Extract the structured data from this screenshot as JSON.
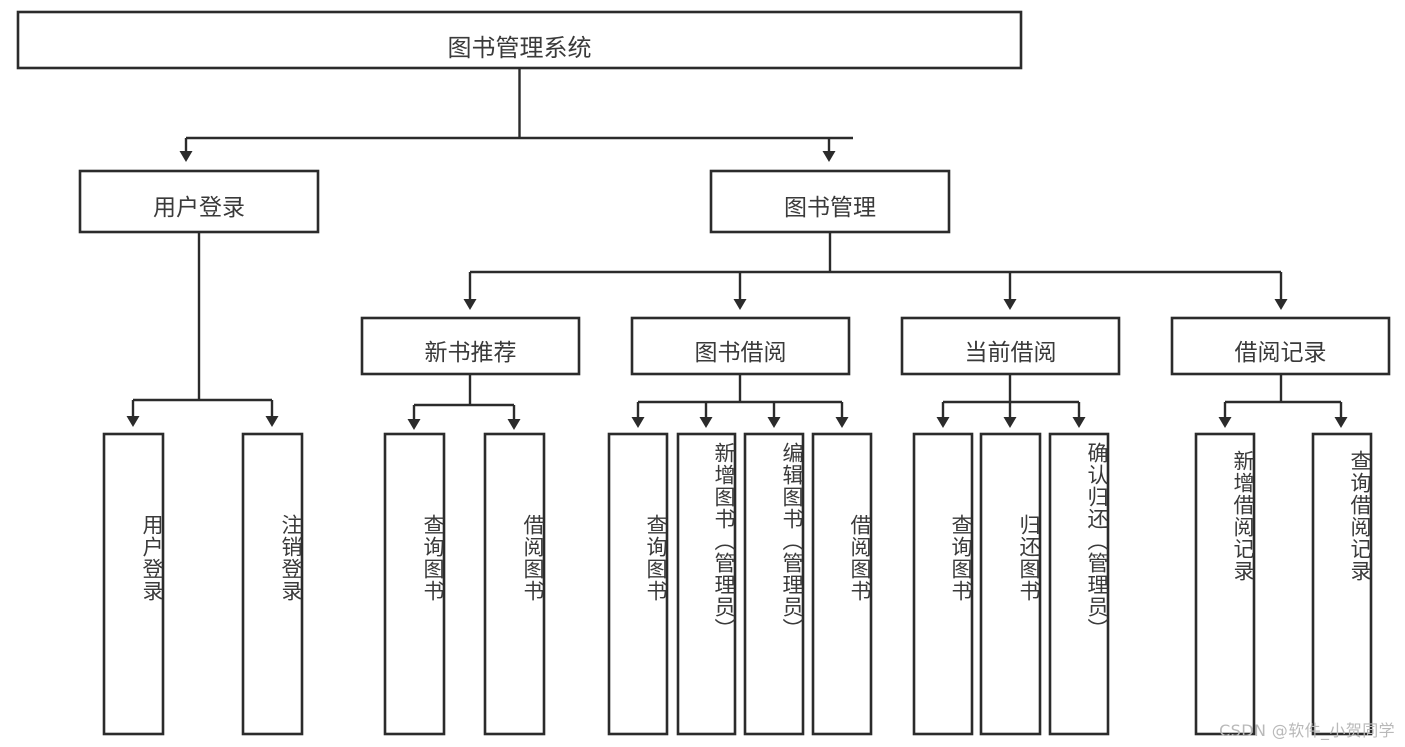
{
  "document": {
    "title": "图书管理系统",
    "type": "功能结构图",
    "watermark": "CSDN @软件_小贺同学",
    "colors": {
      "stroke": "#2b2b2b",
      "box_fill": "#ffffff",
      "text": "#3a3a3a",
      "background": "#ffffff",
      "watermark": "#b9b9b9"
    }
  },
  "diagram": {
    "root": {
      "id": "root",
      "label": "图书管理系统",
      "orientation": "horizontal"
    },
    "level2": [
      {
        "id": "user-login",
        "label": "用户登录",
        "orientation": "horizontal"
      },
      {
        "id": "book-manage",
        "label": "图书管理",
        "orientation": "horizontal"
      }
    ],
    "level3": [
      {
        "id": "new-book-recommend",
        "label": "新书推荐",
        "orientation": "horizontal",
        "parent": "book-manage"
      },
      {
        "id": "book-borrow",
        "label": "图书借阅",
        "orientation": "horizontal",
        "parent": "book-manage"
      },
      {
        "id": "current-borrow",
        "label": "当前借阅",
        "orientation": "horizontal",
        "parent": "book-manage"
      },
      {
        "id": "borrow-record",
        "label": "借阅记录",
        "orientation": "horizontal",
        "parent": "book-manage"
      }
    ],
    "leaves": [
      {
        "id": "leaf-user-login",
        "label": "用户登录",
        "parent": "user-login",
        "orientation": "vertical"
      },
      {
        "id": "leaf-user-logout",
        "label": "注销登录",
        "parent": "user-login",
        "orientation": "vertical"
      },
      {
        "id": "leaf-query-book-1",
        "label": "查询图书",
        "parent": "new-book-recommend",
        "orientation": "vertical"
      },
      {
        "id": "leaf-borrow-book-1",
        "label": "借阅图书",
        "parent": "new-book-recommend",
        "orientation": "vertical"
      },
      {
        "id": "leaf-query-book-2",
        "label": "查询图书",
        "parent": "book-borrow",
        "orientation": "vertical"
      },
      {
        "id": "leaf-add-book",
        "label": "新增图书（管理员）",
        "parent": "book-borrow",
        "orientation": "vertical"
      },
      {
        "id": "leaf-edit-book",
        "label": "编辑图书（管理员）",
        "parent": "book-borrow",
        "orientation": "vertical"
      },
      {
        "id": "leaf-borrow-book-2",
        "label": "借阅图书",
        "parent": "book-borrow",
        "orientation": "vertical"
      },
      {
        "id": "leaf-query-book-3",
        "label": "查询图书",
        "parent": "current-borrow",
        "orientation": "vertical"
      },
      {
        "id": "leaf-return-book",
        "label": "归还图书",
        "parent": "current-borrow",
        "orientation": "vertical"
      },
      {
        "id": "leaf-confirm-return",
        "label": "确认归还（管理员）",
        "parent": "current-borrow",
        "orientation": "vertical"
      },
      {
        "id": "leaf-add-record",
        "label": "新增借阅记录",
        "parent": "borrow-record",
        "orientation": "vertical"
      },
      {
        "id": "leaf-query-record",
        "label": "查询借阅记录",
        "parent": "borrow-record",
        "orientation": "vertical"
      }
    ]
  }
}
